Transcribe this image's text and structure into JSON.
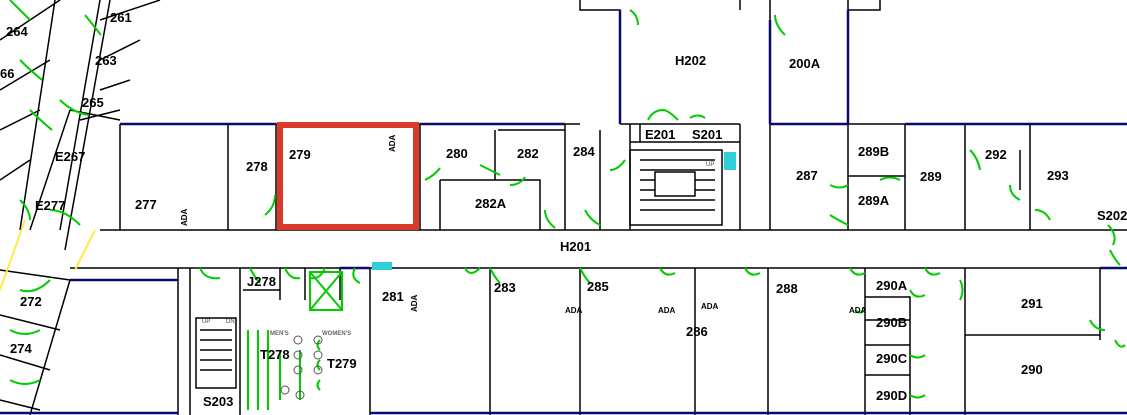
{
  "colors": {
    "wall": "#000000",
    "outer_wall": "#0a0a6e",
    "door_swing": "#00cc00",
    "highlight": "#db3a2a",
    "elevator": "#2fd0d6",
    "accent_yellow": "#ffe94a"
  },
  "highlighted_room": "279",
  "rooms": {
    "r264": "264",
    "r261": "261",
    "r263": "263",
    "r265": "265",
    "r266": "66",
    "e267": "E267",
    "e277": "E277",
    "r277": "277",
    "r278": "278",
    "r279": "279",
    "r280": "280",
    "r282": "282",
    "r282a": "282A",
    "r284": "284",
    "e201": "E201",
    "s201": "S201",
    "h202": "H202",
    "r200a": "200A",
    "r287": "287",
    "r289b": "289B",
    "r289a": "289A",
    "r289": "289",
    "r292": "292",
    "r293": "293",
    "s202": "S202",
    "h201": "H201",
    "r272": "272",
    "r274": "274",
    "j278": "J278",
    "t278": "T278",
    "t279": "T279",
    "s203": "S203",
    "r281": "281",
    "r283": "283",
    "r285": "285",
    "r286": "286",
    "r288": "288",
    "r290a": "290A",
    "r290b": "290B",
    "r290c": "290C",
    "r290d": "290D",
    "r291": "291",
    "r290": "290"
  },
  "ada_label": "ADA",
  "signs": {
    "mens": "MEN'S",
    "womens": "WOMEN'S",
    "up": "UP",
    "dn": "DN"
  }
}
